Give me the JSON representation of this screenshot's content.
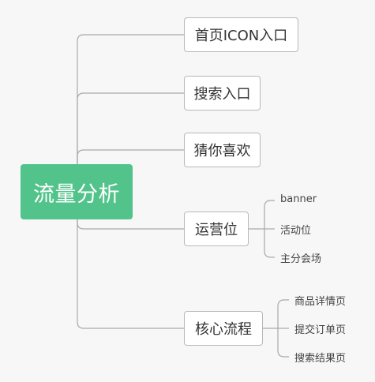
{
  "root": {
    "label": "流量分析"
  },
  "branches": [
    {
      "label": "首页ICON入口"
    },
    {
      "label": "搜索入口"
    },
    {
      "label": "猜你喜欢"
    },
    {
      "label": "运营位",
      "children": [
        "banner",
        "活动位",
        "主分会场"
      ]
    },
    {
      "label": "核心流程",
      "children": [
        "商品详情页",
        "提交订单页",
        "搜索结果页"
      ]
    }
  ],
  "colors": {
    "root_fill": "#52c38a",
    "root_text": "#ffffff",
    "branch_border": "#b8b8b8",
    "connector": "#a9a9a9",
    "background": "#f7f7f7"
  }
}
